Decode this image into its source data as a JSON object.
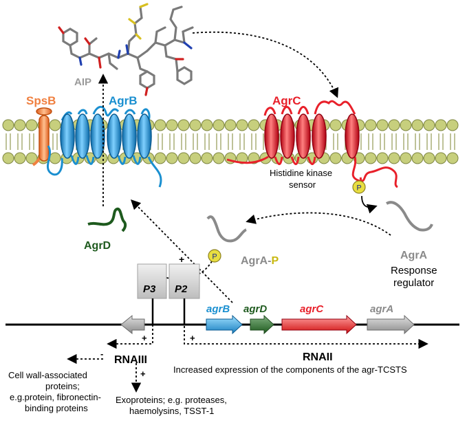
{
  "labels": {
    "aip": "AIP",
    "spsb": "SpsB",
    "agrb_protein": "AgrB",
    "agrc_protein": "AgrC",
    "histidine_line1": "Histidine kinase",
    "histidine_line2": "sensor",
    "agrd_protein": "AgrD",
    "agra_protein": "AgrA",
    "response_line1": "Response",
    "response_line2": "regulator",
    "agra_p_prefix": "AgrA-",
    "agra_p_suffix": "P",
    "phospho": "P",
    "p3": "P3",
    "p2": "P2",
    "plus": "+",
    "minus": "-",
    "gene_agrb": "agrB",
    "gene_agrd": "agrD",
    "gene_agrc": "agrC",
    "gene_agra": "agrA",
    "rnaiii": "RNAIII",
    "rnaii": "RNAII",
    "increased_expression": "Increased expression of the components of the agr-TCSTS",
    "cell_wall_1": "Cell wall-associated",
    "cell_wall_2": "proteins;",
    "cell_wall_3": "e.g.protein, fibronectin-",
    "cell_wall_4": "binding proteins",
    "exo_1": "Exoproteins; e.g. proteases,",
    "exo_2": "haemolysins, TSST-1"
  },
  "colors": {
    "spsb": "#f08040",
    "agrb": "#1a8fd0",
    "agrc": "#e8202a",
    "agrd": "#1e5a1e",
    "agra": "#8a8a8a",
    "phospho": "#e0d020",
    "lipid_head": "#c7cf7d",
    "lipid_head_stroke": "#7d8540"
  }
}
